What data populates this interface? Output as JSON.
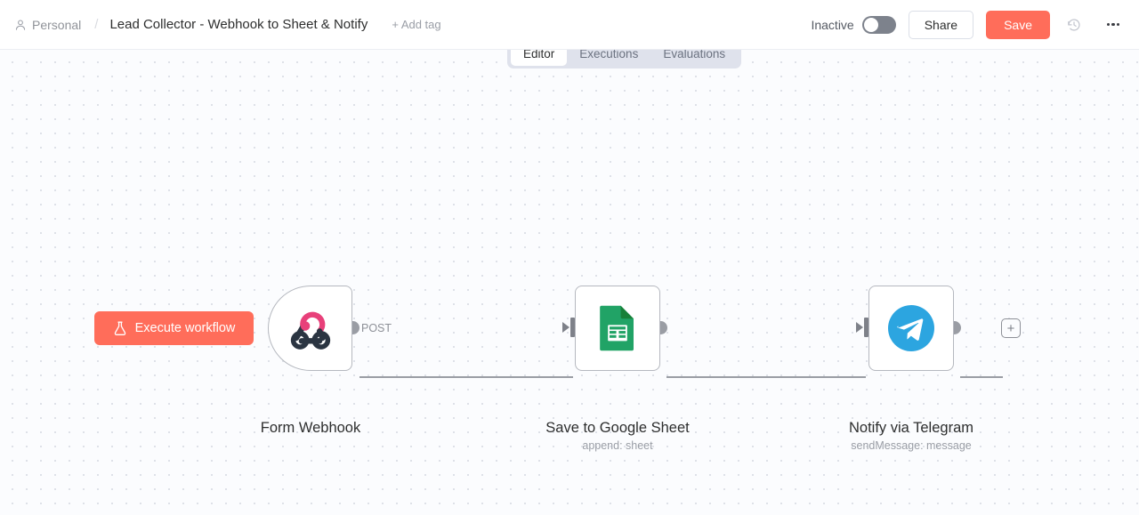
{
  "header": {
    "breadcrumb_project": "Personal",
    "breadcrumb_separator": "/",
    "workflow_title": "Lead Collector - Webhook to Sheet & Notify",
    "add_tag_label": "+ Add tag",
    "activation_label": "Inactive",
    "activation_state": "off",
    "share_label": "Share",
    "save_label": "Save",
    "save_color": "#ff6d5a",
    "history_icon": "history-clock-icon",
    "more_icon": "ellipsis-icon",
    "user_icon": "person-icon"
  },
  "tabs": [
    {
      "label": "Editor",
      "active": true
    },
    {
      "label": "Executions",
      "active": false
    },
    {
      "label": "Evaluations",
      "active": false
    }
  ],
  "canvas": {
    "execute_button_label": "Execute workflow",
    "execute_button_icon": "flask-icon",
    "execute_button_color": "#ff6d5a",
    "connection_labels": {
      "webhook_out": "POST"
    },
    "add_node_label": "+",
    "nodes": [
      {
        "id": "form-webhook",
        "title": "Form Webhook",
        "subtitle": "",
        "icon": "webhook-icon",
        "type": "trigger",
        "accent": "#e8407a"
      },
      {
        "id": "save-to-google-sheet",
        "title": "Save to Google Sheet",
        "subtitle": "append: sheet",
        "icon": "google-sheets-icon",
        "type": "action",
        "accent": "#21a366"
      },
      {
        "id": "notify-via-telegram",
        "title": "Notify via Telegram",
        "subtitle": "sendMessage: message",
        "icon": "telegram-icon",
        "type": "action",
        "accent": "#2ca5e0"
      }
    ]
  }
}
